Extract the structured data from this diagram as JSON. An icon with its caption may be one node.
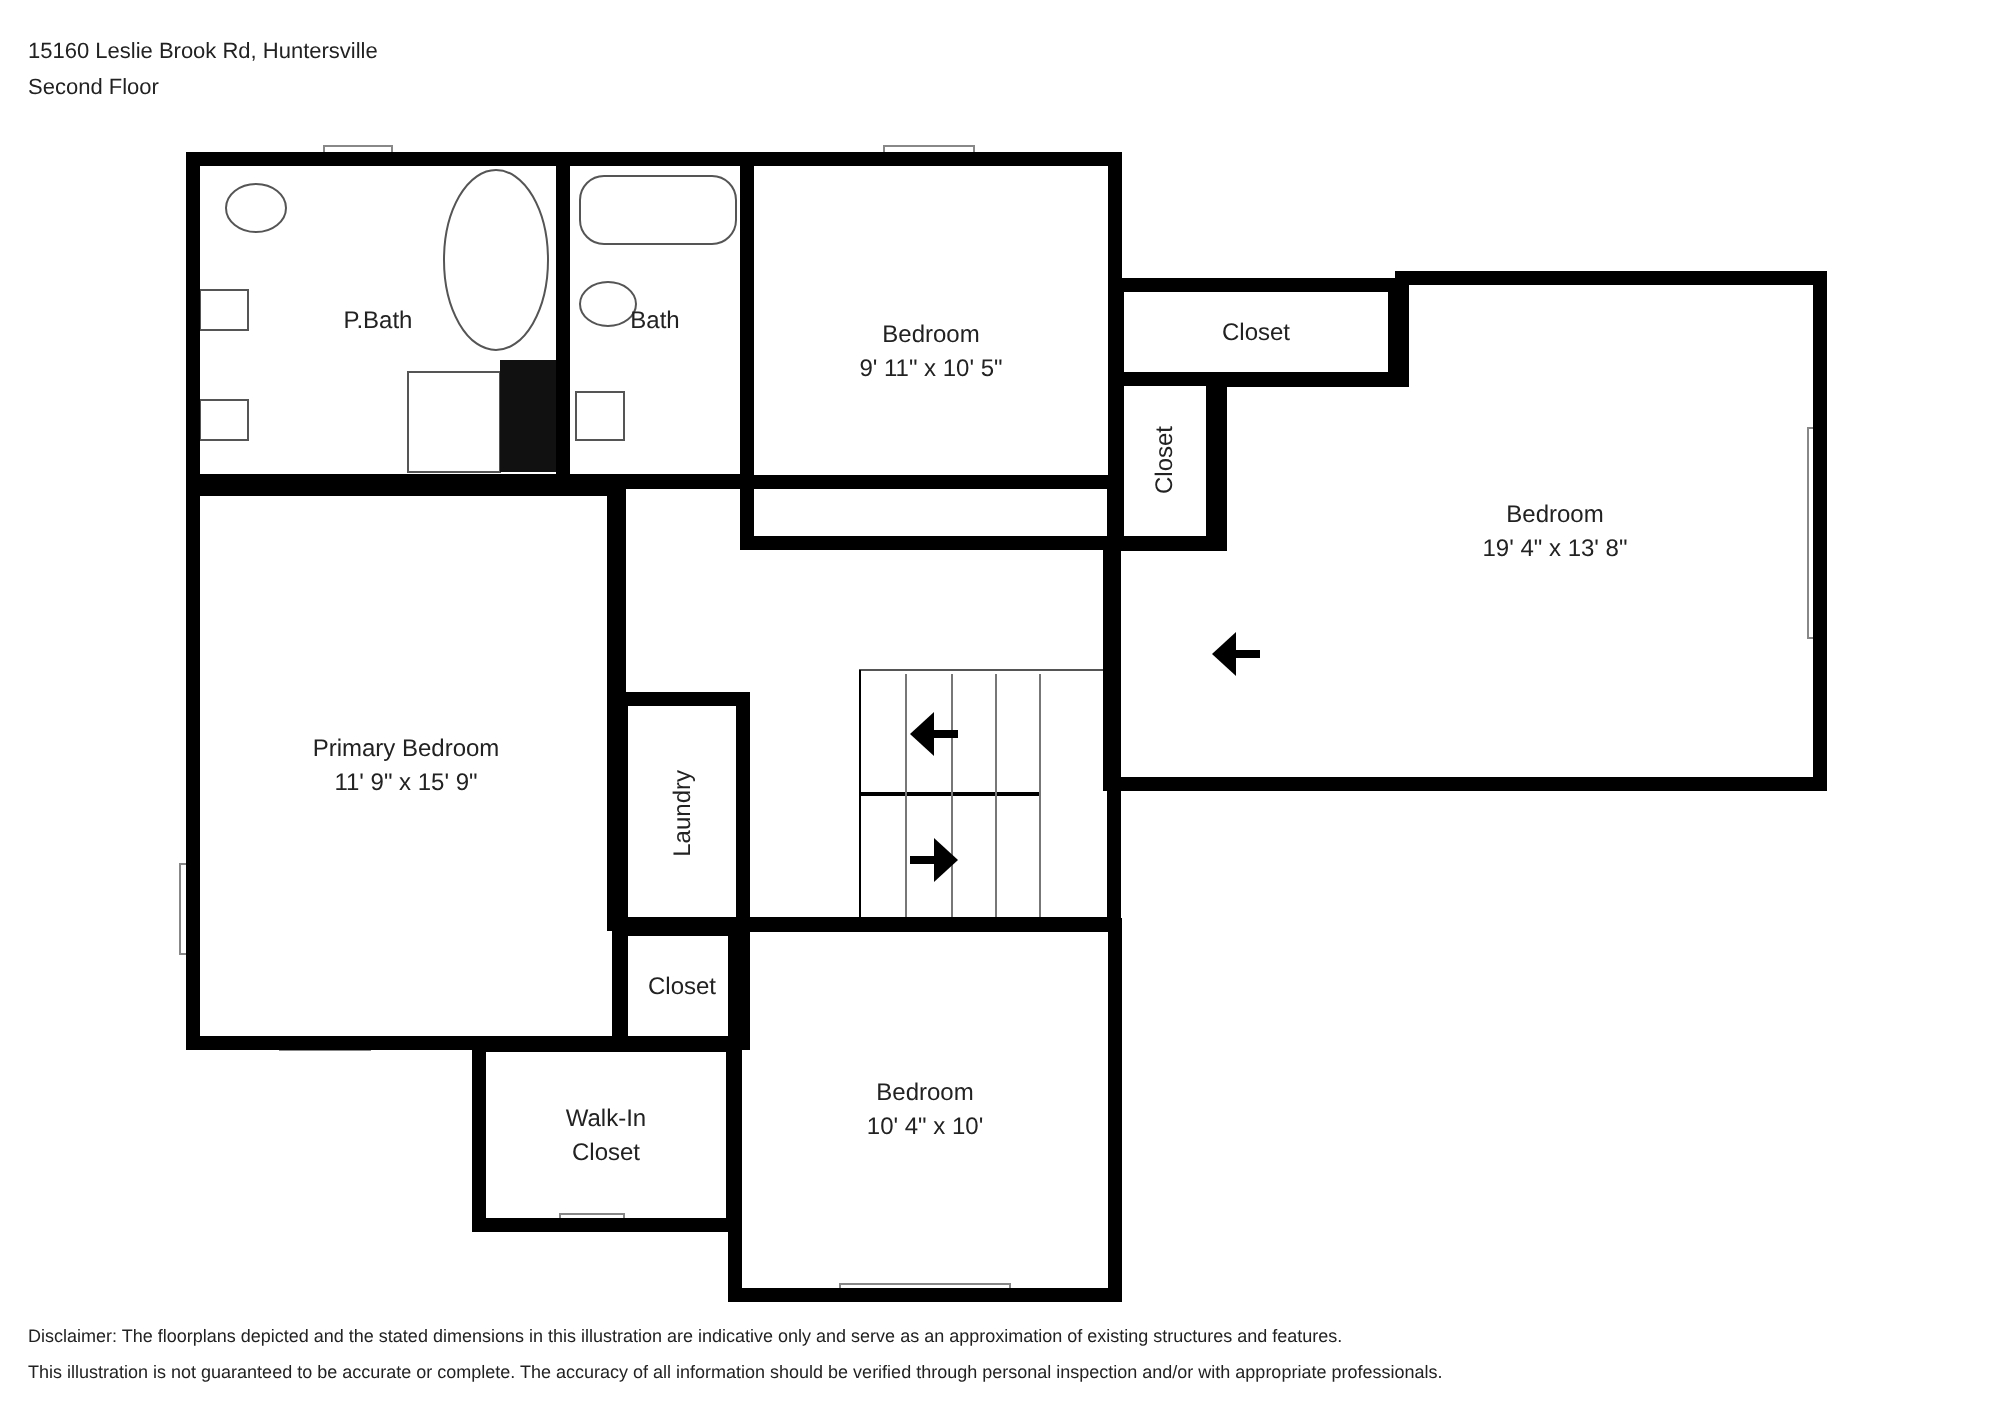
{
  "diagram": {
    "title": "15160 Leslie Brook Rd, Huntersville",
    "nodes": [
      {
        "text": [
          "P.Bath"
        ]
      },
      {
        "text": [
          "Bath"
        ]
      },
      {
        "text": [
          "Bedroom",
          "9' 11\" x 10' 5\""
        ]
      },
      {
        "text": [
          "Closet"
        ]
      },
      {
        "text": [
          "Closet"
        ]
      },
      {
        "text": [
          "Bedroom",
          "19' 4\" x 13' 8\""
        ]
      },
      {
        "text": [
          "Primary Bedroom",
          "11' 9\" x 15' 9\""
        ]
      },
      {
        "text": [
          "Laundry"
        ]
      },
      {
        "text": [
          "Closet"
        ]
      },
      {
        "text": [
          "Walk-In Closet"
        ]
      },
      {
        "text": [
          "Bedroom",
          "10' 4\" x 10'"
        ]
      }
    ],
    "labels": [
      "Second Floor",
      "Disclaimer: The floorplans depicted and the stated dimensions in this illustration are indicative only and serve as an approximation of existing structures and features.",
      "This illustration is not guaranteed to be accurate or complete. The accuracy of all information should be verified through personal inspection and/or with appropriate professionals."
    ]
  }
}
